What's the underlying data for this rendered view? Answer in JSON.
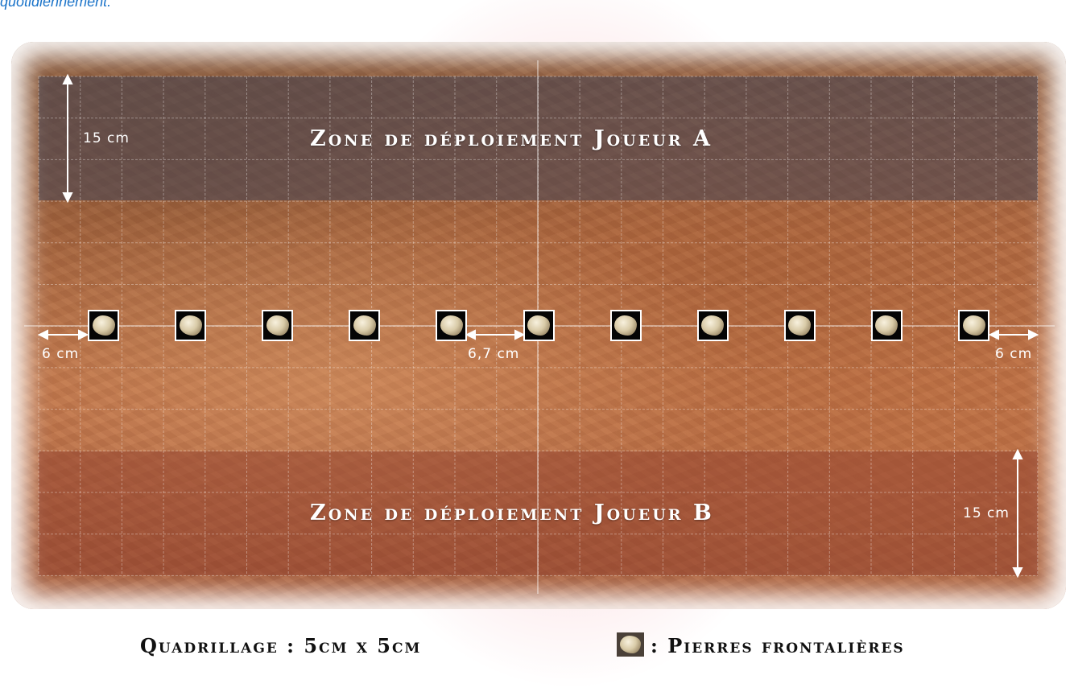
{
  "header": {
    "text": "quotidiennement."
  },
  "zones": {
    "a_label": "Zone de déploiement Joueur   A",
    "b_label": "Zone de déploiement Joueur   B"
  },
  "measurements": {
    "zone_a_depth": "15 cm",
    "zone_b_depth": "15 cm",
    "left_edge": "6 cm",
    "right_edge": "6 cm",
    "stone_spacing": "6,7 cm"
  },
  "stones": {
    "count": 11,
    "icon": "rock-icon"
  },
  "legend": {
    "grid": "Quadrillage : 5cm x 5cm",
    "stones": ": Pierres frontalières"
  },
  "colors": {
    "zone_a": "#464655",
    "zone_b": "#964632",
    "header_text": "#1a73c9",
    "emblem": "#e84655"
  }
}
